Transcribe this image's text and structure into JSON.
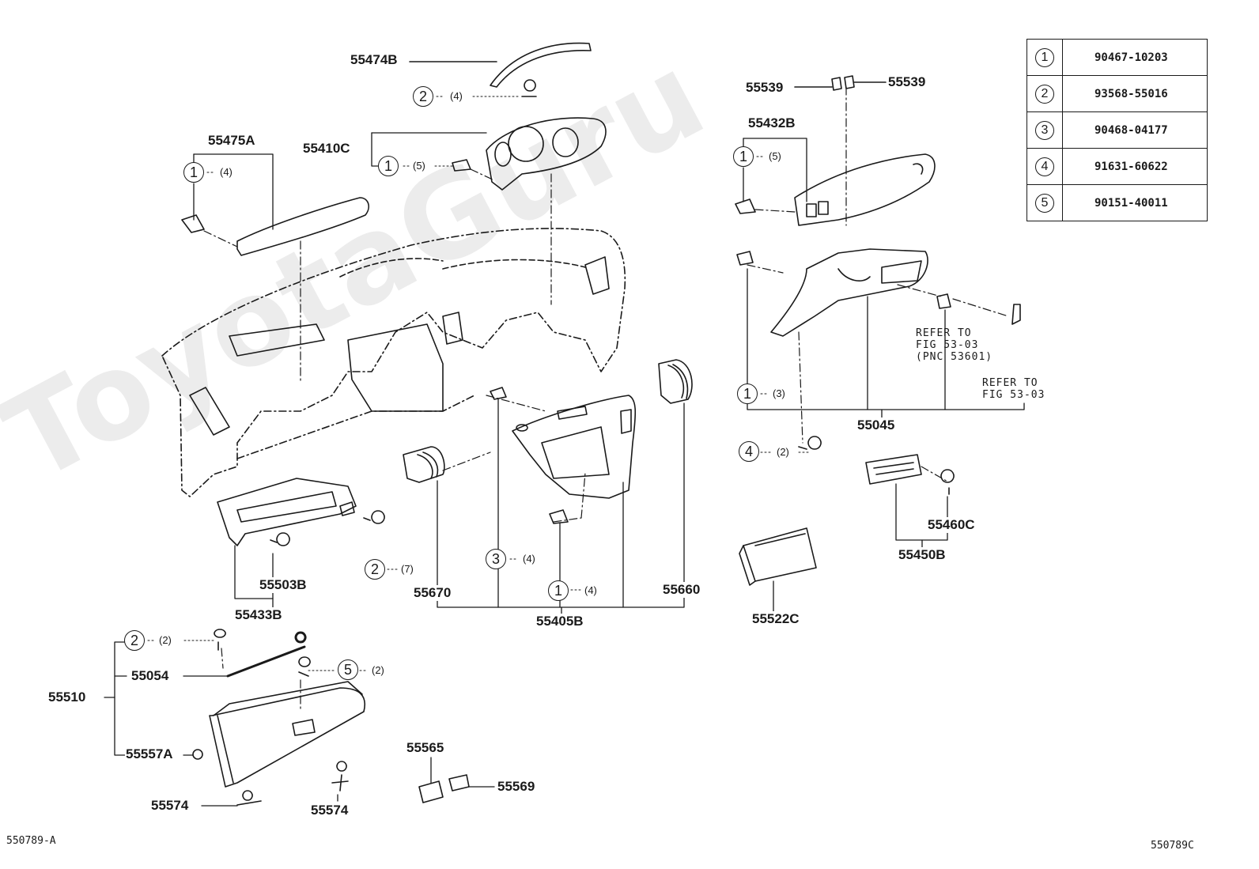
{
  "watermark": "ToyotaGuru",
  "legend": [
    {
      "num": "1",
      "part": "90467-10203"
    },
    {
      "num": "2",
      "part": "93568-55016"
    },
    {
      "num": "3",
      "part": "90468-04177"
    },
    {
      "num": "4",
      "part": "91631-60622"
    },
    {
      "num": "5",
      "part": "90151-40011"
    }
  ],
  "labels": {
    "p55474b": "55474B",
    "p55475a": "55475A",
    "p55410c": "55410C",
    "p55539_left": "55539",
    "p55539_right": "55539",
    "p55432b": "55432B",
    "p55045": "55045",
    "p55460c": "55460C",
    "p55450b": "55450B",
    "p55522c": "55522C",
    "p55503b": "55503B",
    "p55433b": "55433B",
    "p55670": "55670",
    "p55660": "55660",
    "p55405b": "55405B",
    "p55510": "55510",
    "p55054": "55054",
    "p55557a": "55557A",
    "p55574_left": "55574",
    "p55574_right": "55574",
    "p55565": "55565",
    "p55569": "55569"
  },
  "callouts": {
    "c_top2": {
      "num": "2",
      "qty": "(4)"
    },
    "c_55475a": {
      "num": "1",
      "qty": "(4)"
    },
    "c_55410c": {
      "num": "1",
      "qty": "(5)"
    },
    "c_55432b": {
      "num": "1",
      "qty": "(5)"
    },
    "c_55045": {
      "num": "1",
      "qty": "(3)"
    },
    "c_bolt4": {
      "num": "4",
      "qty": "(2)"
    },
    "c_glove2": {
      "num": "2",
      "qty": "(7)"
    },
    "c_clip3": {
      "num": "3",
      "qty": "(4)"
    },
    "c_clip1": {
      "num": "1",
      "qty": "(4)"
    },
    "c_damper2": {
      "num": "2",
      "qty": "(2)"
    },
    "c_screw5": {
      "num": "5",
      "qty": "(2)"
    }
  },
  "refs": {
    "ref1": "REFER TO\nFIG 53-03\n(PNC 53601)",
    "ref2": "REFER TO\nFIG 53-03"
  },
  "footer": {
    "left": "550789-A",
    "right": "550789C"
  }
}
